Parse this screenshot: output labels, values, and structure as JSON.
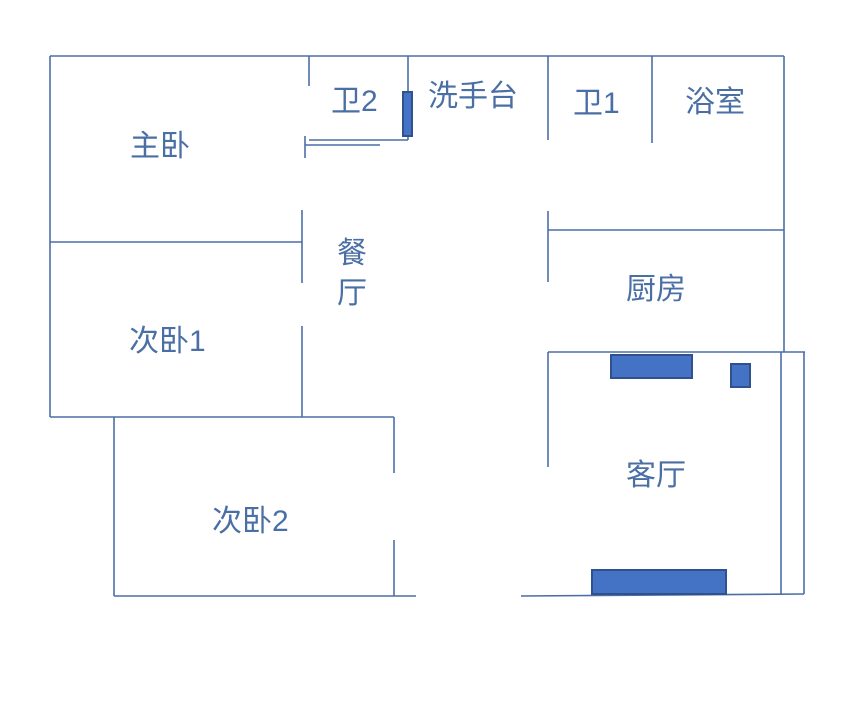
{
  "plan": {
    "colors": {
      "wall": "#4a6fa5",
      "text": "#4a6fa5",
      "furniture_fill": "#4472c4",
      "furniture_stroke": "#2f528f",
      "background": "#ffffff"
    },
    "rooms": {
      "master_bedroom": "主卧",
      "bathroom_2": "卫2",
      "washbasin": "洗手台",
      "bathroom_1": "卫1",
      "shower_room": "浴室",
      "dining_room_line1": "餐",
      "dining_room_line2": "厅",
      "kitchen": "厨房",
      "second_bedroom_1": "次卧1",
      "second_bedroom_2": "次卧2",
      "living_room": "客厅"
    }
  }
}
